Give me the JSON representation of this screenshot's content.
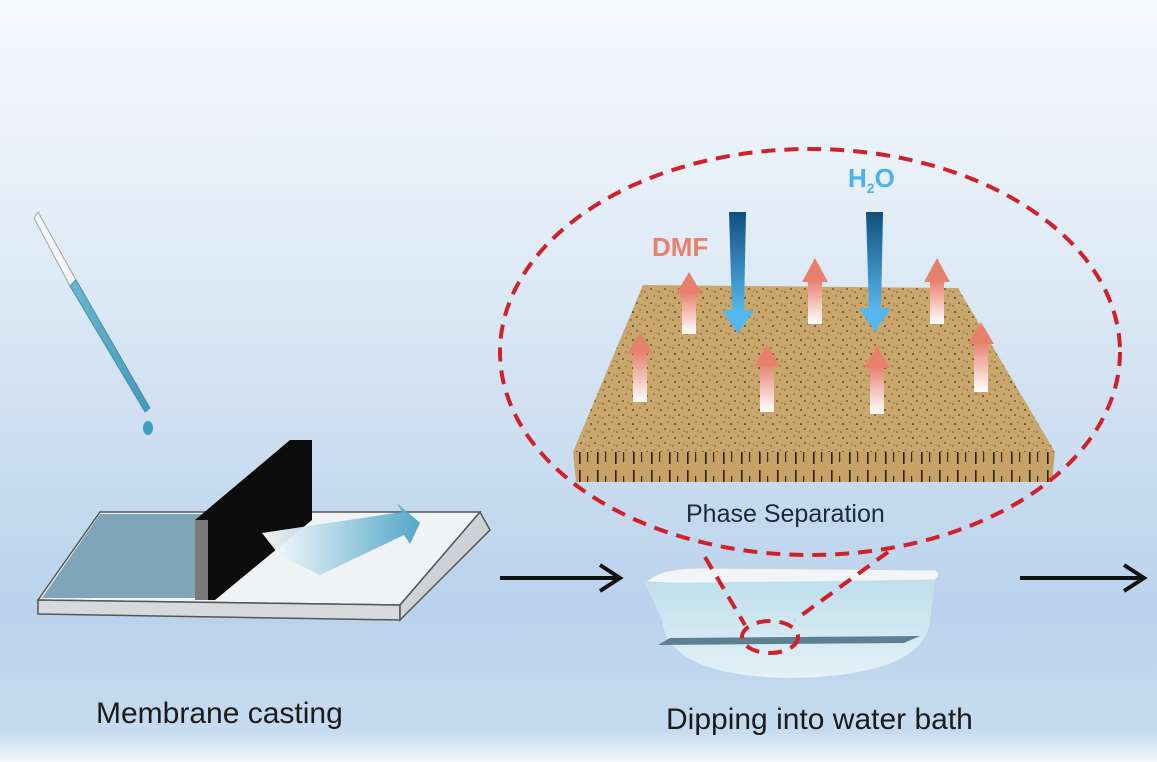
{
  "diagram": {
    "steps": [
      {
        "id": "casting",
        "label": "Membrane casting"
      },
      {
        "id": "dipping",
        "label": "Dipping into water bath"
      }
    ],
    "inset": {
      "label": "Phase Separation",
      "solvent_label": "DMF",
      "nonsolvent_label_main": "H",
      "nonsolvent_label_sub": "2",
      "nonsolvent_label_end": "O"
    },
    "colors": {
      "dashed_outline": "#d0202a",
      "dmf_arrow": "#e8806e",
      "water_arrow": "#3fa6e0",
      "membrane": "#c8a56a",
      "flow_arrow": "#111111"
    }
  }
}
